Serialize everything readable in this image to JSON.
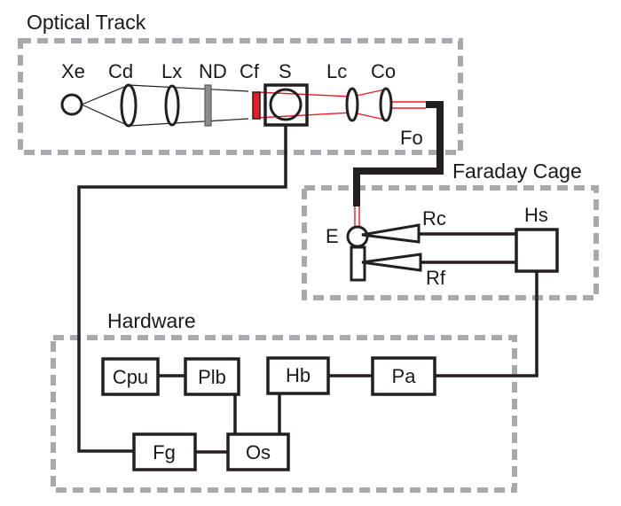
{
  "groups": {
    "optical_track": "Optical Track",
    "faraday_cage": "Faraday Cage",
    "hardware": "Hardware"
  },
  "optical_components": {
    "xe": "Xe",
    "cd": "Cd",
    "lx": "Lx",
    "nd": "ND",
    "cf": "Cf",
    "s": "S",
    "lc": "Lc",
    "co": "Co",
    "fo": "Fo"
  },
  "faraday_components": {
    "e": "E",
    "rc": "Rc",
    "rf": "Rf",
    "hs": "Hs"
  },
  "hardware_components": {
    "cpu": "Cpu",
    "plb": "Plb",
    "hb": "Hb",
    "pa": "Pa",
    "fg": "Fg",
    "os": "Os"
  },
  "colors": {
    "group_border": "#a7a9ac",
    "line": "#231f20",
    "light_path": "#ed1c24",
    "filter": "#ed1c24",
    "nd_filter": "#8a8c8e"
  }
}
